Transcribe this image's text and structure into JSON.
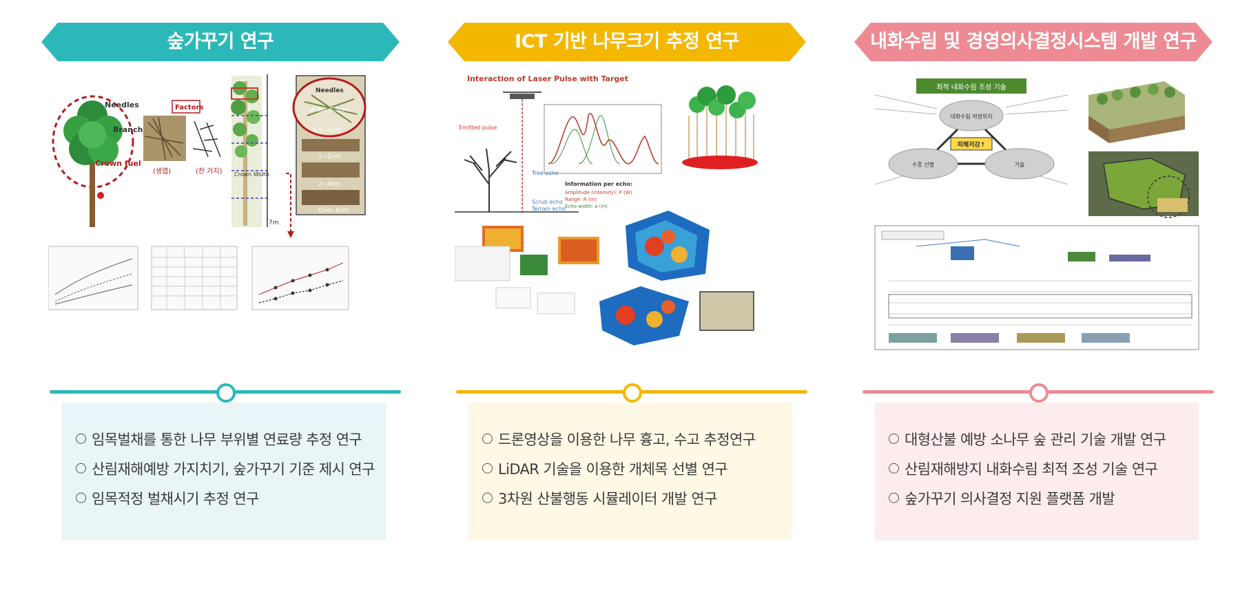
{
  "columns": [
    {
      "title": "숲가꾸기 연구",
      "color": "#2cb8b8",
      "panel_bg": "#e9f5f7",
      "bullets": [
        "임목벌채를 통한 나무 부위별 연료량 추정 연구",
        "산림재해예방 가지치기, 숲가꾸기 기준 제시 연구",
        "임목적정 벌채시기 추정 연구"
      ],
      "figure_labels": {
        "needles": "Needles",
        "branches": "Branches",
        "crown_fuel": "Crown fuel",
        "factors": "Factors",
        "live_leaf": "(생엽)",
        "twig": "(잔 가지)",
        "crown_width": "Crown Width",
        "under_05": "Under 0.5cm",
        "r1": "0.5~1cm",
        "r2": "1~2cm",
        "r3": "2~4cm",
        "over4": "Over 4cm",
        "height": "7m"
      }
    },
    {
      "title": "ICT 기반 나무크기 추정 연구",
      "color": "#f4b700",
      "panel_bg": "#fff8e5",
      "bullets": [
        "드론영상을 이용한 나무 흉고, 수고 추정연구",
        "LiDAR 기술을 이용한 개체목 선별 연구",
        "3차원 산불행동 시뮬레이터 개발 연구"
      ],
      "figure_labels": {
        "heading": "Interaction of Laser Pulse with Target",
        "emitted": "Emitted pulse",
        "tree_echo": "Tree echo",
        "scrub_echo": "Scrub echo",
        "terrain_echo": "Terrain echo",
        "info": "Information per echo:",
        "amplitude": "Amplitude (Intensity): P (W)",
        "range": "Range: R (m)",
        "echo_width": "Echo width: a (m)"
      }
    },
    {
      "title": "내화수림 및 경영의사결정시스템 개발 연구",
      "color": "#ee8a93",
      "panel_bg": "#fdeced",
      "bullets": [
        "대형산불 예방 소나무 숲 관리 기술 개발 연구",
        "산림재해방지 내화수림 최적 조성 기술 연구",
        "숲가꾸기 의사결정 지원 플랫폼 개발"
      ],
      "figure_labels": {
        "header": "최적 내화수림 조성 기술",
        "node_top": "내화수림 적정위치",
        "node_center": "피해저감↑",
        "node_left": "수종 선별",
        "node_right": "기술"
      }
    }
  ]
}
